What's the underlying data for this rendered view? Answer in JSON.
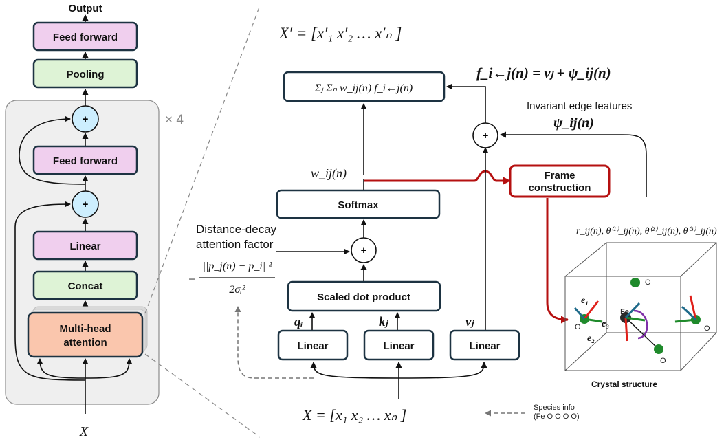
{
  "left_panel": {
    "output_label": "Output",
    "input_label": "X",
    "repeat_label": "× 4",
    "boxes": {
      "feed_forward_top": "Feed forward",
      "pooling": "Pooling",
      "feed_forward": "Feed forward",
      "linear": "Linear",
      "concat": "Concat",
      "attention_line1": "Multi-head",
      "attention_line2": "attention"
    },
    "plus": "+"
  },
  "attention_detail": {
    "output_eq": "X′ = [x′₁   x′₂   …   x′ₙ ]",
    "sum_box": "Σⱼ Σₙ w_ij(n) f_i←j(n)",
    "message_eq": "f_i←j(n) = vⱼ + ψ_ij(n)",
    "edge_features_label": "Invariant edge features",
    "edge_features_symbol": "ψ_ij(n)",
    "weight_label": "w_ij(n)",
    "softmax": "Softmax",
    "frame_line1": "Frame",
    "frame_line2": "construction",
    "distance_label_line1": "Distance-decay",
    "distance_label_line2": "attention factor",
    "distance_formula_num": "||p_j(n) − p_i||²",
    "distance_formula_den": "2σᵢ²",
    "distance_formula_sign": "−",
    "scaled_dot_product": "Scaled dot product",
    "q_label": "qᵢ",
    "k_label": "kⱼ",
    "v_label": "vⱼ",
    "linear": "Linear",
    "input_eq": "X = [x₁   x₂   …   xₙ ]",
    "species_line1": "Species info",
    "species_line2": "(Fe O O O O)",
    "geometry_label": "r_ij(n), θ⁽¹⁾_ij(n), θ⁽²⁾_ij(n), θ⁽³⁾_ij(n)",
    "plus": "+"
  },
  "crystal": {
    "caption": "Crystal structure",
    "atom_fe": "Fe",
    "atom_o": "O",
    "e1": "e₁",
    "e2": "e₂",
    "e3": "e₃"
  },
  "colors": {
    "pink": "#f0cfee",
    "green": "#def3d6",
    "orange": "#fac6ad",
    "cyan": "#cdeefe",
    "navy": "#1d3342",
    "dark_red": "#b51010",
    "panel_gray": "#efefef"
  }
}
